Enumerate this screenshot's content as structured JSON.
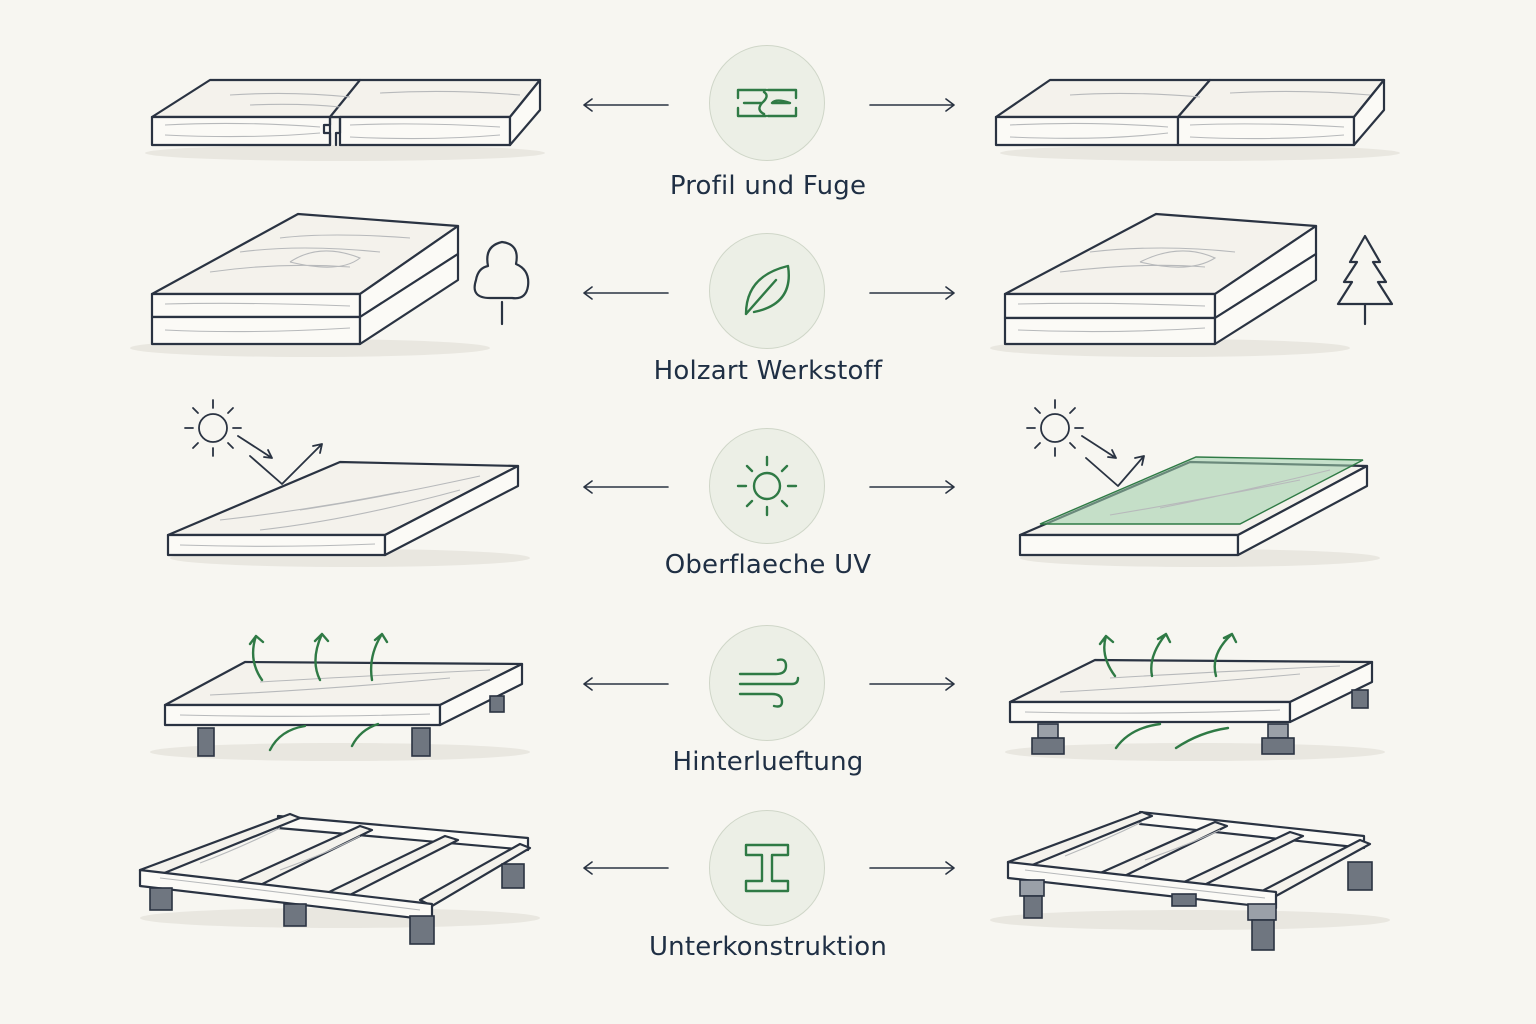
{
  "rows": [
    {
      "label": "Profil und Fuge",
      "icon": "tongue-groove-profile-icon"
    },
    {
      "label": "Holzart Werkstoff",
      "icon": "leaf-icon"
    },
    {
      "label": "Oberflaeche UV",
      "icon": "sun-icon"
    },
    {
      "label": "Hinterlueftung",
      "icon": "wind-icon"
    },
    {
      "label": "Unterkonstruktion",
      "icon": "i-beam-icon"
    }
  ],
  "colors": {
    "accent_green": "#2f7a45",
    "ink": "#2a3342",
    "label_text": "#1f2f44",
    "badge_fill": "#ecefe6",
    "background": "#f7f6f1",
    "coating_green": "#9fd0ac"
  }
}
